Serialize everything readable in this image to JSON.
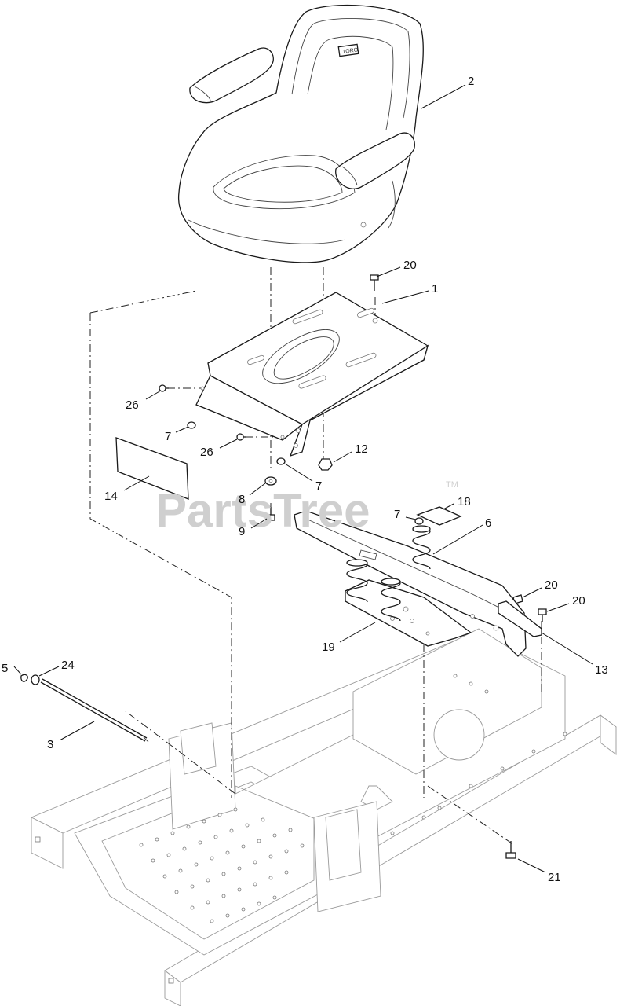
{
  "watermark": {
    "text": "PartsTree",
    "trademark": "TM"
  },
  "seat_logo": {
    "text": "TORO"
  },
  "callouts": [
    {
      "id": "c-2",
      "label": "2"
    },
    {
      "id": "c-20a",
      "label": "20"
    },
    {
      "id": "c-1",
      "label": "1"
    },
    {
      "id": "c-26a",
      "label": "26"
    },
    {
      "id": "c-7a",
      "label": "7"
    },
    {
      "id": "c-26b",
      "label": "26"
    },
    {
      "id": "c-12",
      "label": "12"
    },
    {
      "id": "c-7b",
      "label": "7"
    },
    {
      "id": "c-14",
      "label": "14"
    },
    {
      "id": "c-8",
      "label": "8"
    },
    {
      "id": "c-18",
      "label": "18"
    },
    {
      "id": "c-7c",
      "label": "7"
    },
    {
      "id": "c-6",
      "label": "6"
    },
    {
      "id": "c-9",
      "label": "9"
    },
    {
      "id": "c-20b",
      "label": "20"
    },
    {
      "id": "c-20c",
      "label": "20"
    },
    {
      "id": "c-19",
      "label": "19"
    },
    {
      "id": "c-13",
      "label": "13"
    },
    {
      "id": "c-5",
      "label": "5"
    },
    {
      "id": "c-24",
      "label": "24"
    },
    {
      "id": "c-3",
      "label": "3"
    },
    {
      "id": "c-21",
      "label": "21"
    }
  ]
}
